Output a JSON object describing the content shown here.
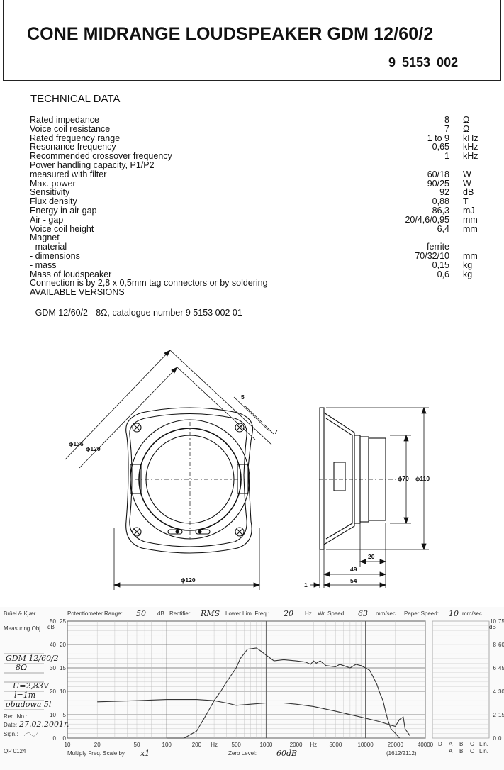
{
  "header": {
    "title": "CONE MIDRANGE LOUDSPEAKER GDM 12/60/2",
    "catalogue_number": "9  5153  002"
  },
  "technical_data": {
    "heading": "TECHNICAL DATA",
    "rows": [
      {
        "label": "Rated impedance",
        "value": "8",
        "unit": "Ω"
      },
      {
        "label": "Voice coil resistance",
        "value": "7",
        "unit": "Ω"
      },
      {
        "label": "Rated frequency range",
        "value": "1 to 9",
        "unit": "kHz"
      },
      {
        "label": "Resonance frequency",
        "value": "0,65",
        "unit": "kHz"
      },
      {
        "label": "Recommended crossover frequency",
        "value": "1",
        "unit": "kHz"
      },
      {
        "label": "Power handling capacity, P1/P2",
        "value": "",
        "unit": ""
      },
      {
        "label": "measured with filter",
        "value": "60/18",
        "unit": "W"
      },
      {
        "label": "Max. power",
        "value": "90/25",
        "unit": "W"
      },
      {
        "label": "Sensitivity",
        "value": "92",
        "unit": "dB"
      },
      {
        "label": "Flux density",
        "value": "0,88",
        "unit": "T"
      },
      {
        "label": "Energy in air gap",
        "value": "86,3",
        "unit": "mJ"
      },
      {
        "label": "Air - gap",
        "value": "20/4,6/0,95",
        "unit": "mm"
      },
      {
        "label": "Voice coil height",
        "value": "6,4",
        "unit": "mm"
      },
      {
        "label": "Magnet",
        "value": "",
        "unit": ""
      },
      {
        "label": "- material",
        "value": "ferrite",
        "unit": ""
      },
      {
        "label": "- dimensions",
        "value": "70/32/10",
        "unit": "mm"
      },
      {
        "label": "- mass",
        "value": "0,15",
        "unit": "kg"
      },
      {
        "label": "Mass of loudspeaker",
        "value": "0,6",
        "unit": "kg"
      },
      {
        "label": "Connection is by 2,8 x 0,5mm tag connectors or by soldering",
        "value": "",
        "unit": ""
      },
      {
        "label": "AVAILABLE VERSIONS",
        "value": "",
        "unit": ""
      }
    ],
    "version_line": "- GDM 12/60/2  - 8Ω, catalogue number  9  5153  002  01"
  },
  "drawing": {
    "d136": "ϕ136",
    "d120_diag": "ϕ120",
    "d120_bottom": "ϕ120",
    "dim5": "5",
    "dim7": "7",
    "d70": "ϕ70",
    "d110": "ϕ110",
    "dim20": "20",
    "dim49": "49",
    "dim54": "54",
    "dim1": "1"
  },
  "response_chart": {
    "brand": "Brüel & Kjær",
    "measuring_obj": "Measuring Obj.:",
    "pot_range_label": "Potentiometer Range:",
    "pot_range_value": "50",
    "pot_unit": "dB",
    "rectifier_label": "Rectifier:",
    "rectifier_value": "RMS",
    "lower_lim_label": "Lower Lim. Freq.:",
    "lower_lim_value": "20",
    "lower_lim_unit": "Hz",
    "wr_speed_label": "Wr. Speed:",
    "wr_speed_value": "63",
    "wr_speed_unit": "mm/sec.",
    "paper_speed_label": "Paper Speed:",
    "paper_speed_value": "10",
    "paper_speed_unit": "mm/sec.",
    "obj_line1": "GDM 12/60/2",
    "obj_line2": "8Ω",
    "obj_line3": "U=2,83V",
    "obj_line4": "l=1m",
    "obj_line5": "obudowa 5l",
    "rec_no": "Rec. No.:",
    "date_label": "Date:",
    "date_value": "27.02.2001r.",
    "sign_label": "Sign.:",
    "form_code": "QP 0124",
    "multiply_label": "Multiply Freq. Scale by",
    "multiply_value": "x1",
    "zero_level_label": "Zero Level:",
    "zero_level_value": "60dB",
    "paper_code": "(1612/2112)",
    "db_label": "dB",
    "weight_labels": [
      "D",
      "A",
      "B",
      "C",
      "Lin."
    ],
    "weight_labels2": [
      "A",
      "B",
      "C",
      "Lin."
    ]
  },
  "chart_data": {
    "type": "line",
    "xlabel": "Hz",
    "x_scale": "log",
    "xlim": [
      10,
      40000
    ],
    "x_ticks": [
      "10",
      "20",
      "50",
      "100",
      "200",
      "Hz",
      "500",
      "1000",
      "2000",
      "Hz",
      "5000",
      "10000",
      "20000",
      "40000"
    ],
    "y_ticks_left_outer": [
      "50",
      "40",
      "30",
      "20",
      "10",
      "0"
    ],
    "y_ticks_left_inner": [
      "25",
      "20",
      "15",
      "10",
      "5",
      "0"
    ],
    "y_ticks_right_inner": [
      "10",
      "8",
      "6",
      "4",
      "2",
      "0"
    ],
    "y_ticks_right_outer": [
      "75",
      "60",
      "45",
      "30",
      "15",
      "0"
    ],
    "ylim": [
      0,
      50
    ],
    "series": [
      {
        "x": [
          100,
          150,
          200,
          250,
          300,
          350,
          400,
          500,
          550,
          650,
          800,
          900,
          1000,
          1200,
          1500,
          2000,
          2500,
          2800,
          3000,
          3200,
          3500,
          4000,
          5000,
          5500,
          6000,
          7000,
          8000,
          9000,
          10000,
          11000,
          12000,
          13000,
          14000,
          15000,
          16000,
          17000,
          18000,
          19000,
          20000,
          21000,
          22000
        ],
        "y": [
          0,
          0,
          3,
          10,
          16,
          20,
          24,
          30,
          34,
          38,
          38.5,
          37,
          35.5,
          33,
          33.5,
          33,
          32.5,
          31.5,
          33,
          32,
          33,
          31,
          30.5,
          31.5,
          31,
          30,
          31.5,
          31,
          30,
          29,
          26,
          23,
          19,
          16,
          11,
          7,
          4,
          3,
          2,
          1,
          0
        ]
      },
      {
        "x": [
          20,
          50,
          100,
          200,
          300,
          400,
          500,
          700,
          1000,
          1500,
          2000,
          3000,
          5000,
          8000,
          10000,
          14000,
          18000,
          20000,
          22000,
          24000,
          25000,
          28000
        ],
        "y": [
          15.5,
          16,
          16.5,
          16.5,
          16,
          15,
          14,
          14.5,
          15,
          15,
          14.5,
          13.5,
          11.5,
          9.5,
          8.5,
          7,
          5.5,
          5,
          8,
          9,
          4,
          1
        ]
      }
    ]
  }
}
